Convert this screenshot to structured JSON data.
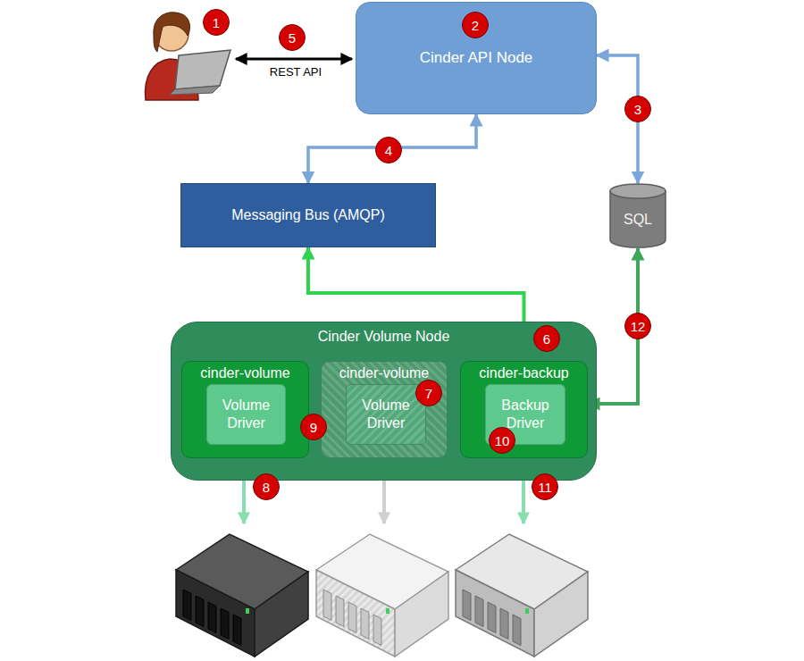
{
  "diagram": {
    "nodes": [
      {
        "text": [
          "Cinder API Node"
        ]
      },
      {
        "text": [
          "Messaging Bus (AMQP)"
        ]
      },
      {
        "text": [
          "SQL"
        ]
      },
      {
        "text": [
          "Cinder Volume Node"
        ]
      },
      {
        "text": [
          "cinder-volume"
        ],
        "in": 3
      },
      {
        "text": [
          "Volume Driver"
        ],
        "in": 4
      },
      {
        "text": [
          "cinder-volume"
        ],
        "in": 3
      },
      {
        "text": [
          "Volume Driver"
        ],
        "in": 6
      },
      {
        "text": [
          "cinder-backup"
        ],
        "in": 3
      },
      {
        "text": [
          "Backup Driver"
        ],
        "in": 8
      }
    ],
    "edges": [
      {
        "from": 0,
        "to": 1,
        "arrow": "both"
      },
      {
        "from": 0,
        "to": 2,
        "arrow": "both"
      },
      {
        "from": 1,
        "to": 8,
        "arrow": "both"
      },
      {
        "from": 2,
        "to": 8,
        "arrow": "both"
      },
      {
        "from": 8,
        "to": 5,
        "arrow": "to"
      },
      {
        "from": 5,
        "to": 9,
        "arrow": "to"
      }
    ],
    "labels": [
      "1",
      "5",
      "REST API",
      "2",
      "3",
      "4",
      "6",
      "7",
      "9",
      "10",
      "8",
      "11",
      "12"
    ]
  }
}
